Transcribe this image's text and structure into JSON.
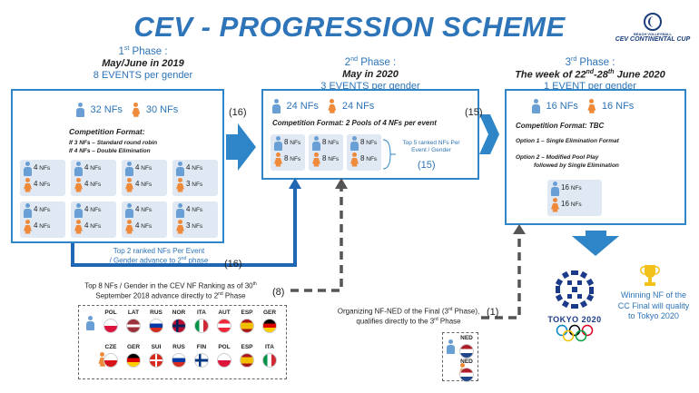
{
  "title": "CEV - PROGRESSION SCHEME",
  "logo": {
    "line1": "BEACH VOLLEYBALL",
    "line2": "CEV CONTINENTAL CUP"
  },
  "phase1": {
    "label": "1",
    "label_sup": "st",
    "label_suffix": " Phase :",
    "date": "May/June in 2019",
    "events": "8 EVENTS per gender",
    "men": "32 NFs",
    "women": "30 NFs",
    "format_title": "Competition Format:",
    "format_line1": "If 3 NFs – Standard round robin",
    "format_line2": "If 4 NFs – Double Elimination",
    "cells_top": [
      {
        "m": "4",
        "f": "4"
      },
      {
        "m": "4",
        "f": "4"
      },
      {
        "m": "4",
        "f": "4"
      },
      {
        "m": "4",
        "f": "3"
      }
    ],
    "cells_bottom": [
      {
        "m": "4",
        "f": "4"
      },
      {
        "m": "4",
        "f": "4"
      },
      {
        "m": "4",
        "f": "4"
      },
      {
        "m": "4",
        "f": "3"
      }
    ],
    "nfs_unit": "NFs"
  },
  "phase2": {
    "label": "2",
    "label_sup": "nd",
    "label_suffix": " Phase :",
    "date": "May in 2020",
    "events": "3 EVENTS per gender",
    "men": "24 NFs",
    "women": "24 NFs",
    "format": "Competition Format: 2 Pools of 4 NFs per event",
    "cells": [
      {
        "m": "8",
        "f": "8"
      },
      {
        "m": "8",
        "f": "8"
      },
      {
        "m": "8",
        "f": "8"
      }
    ],
    "side_text": "Top 5 ranked NFs Per Event / Gender",
    "side_count": "(15)"
  },
  "phase3": {
    "label": "3",
    "label_sup": "rd",
    "label_suffix": " Phase :",
    "date_pre": "The week of 22",
    "date_sup1": "nd",
    "date_mid": "-28",
    "date_sup2": "th",
    "date_post": " June 2020",
    "events": "1 EVENT per gender",
    "men": "16 NFs",
    "women": "16 NFs",
    "format": "Competition Format: TBC",
    "option1": "Option 1 – Single Elimination Format",
    "option2a": "Option 2 – Modified Pool Play",
    "option2b": "followed by Single Elimination",
    "cell": {
      "m": "16",
      "f": "16"
    }
  },
  "arrows": {
    "a16_top": "(16)",
    "a15": "(15)",
    "a16_bottom": "(16)",
    "a8": "(8)",
    "a1": "(1)"
  },
  "advance_text_line1": "Top 2 ranked NFs Per Event",
  "advance_text_line2": "/ Gender advance to 2",
  "advance_sup": "nd",
  "advance_text_line3": " phase",
  "ranking_line1": "Top 8 NFs / Gender in the CEV NF Ranking as of 30",
  "ranking_sup": "th",
  "ranking_line2": "September 2018 advance directly to  2",
  "ranking_sup2": "nd",
  "ranking_line3": " Phase",
  "flags_men": [
    "POL",
    "LAT",
    "RUS",
    "NOR",
    "ITA",
    "AUT",
    "ESP",
    "GER"
  ],
  "flags_women": [
    "CZE",
    "GER",
    "SUI",
    "RUS",
    "FIN",
    "POL",
    "ESP",
    "ITA"
  ],
  "host_line1": "Organizing NF-NED of the Final (3",
  "host_sup": "rd",
  "host_line2": " Phase),",
  "host_line3": "qualifies directly to the 3",
  "host_sup2": "rd",
  "host_line4": " Phase",
  "host_flag": "NED",
  "tokyo_label": "TOKYO 2020",
  "winner_text": "Winning NF of the CC Final will quality to Tokyo 2020",
  "colors": {
    "accent": "#2d74b8",
    "arrow": "#2e86c8",
    "dashed": "#555555",
    "female": "#ee8a3a",
    "male": "#6a9fd6"
  }
}
